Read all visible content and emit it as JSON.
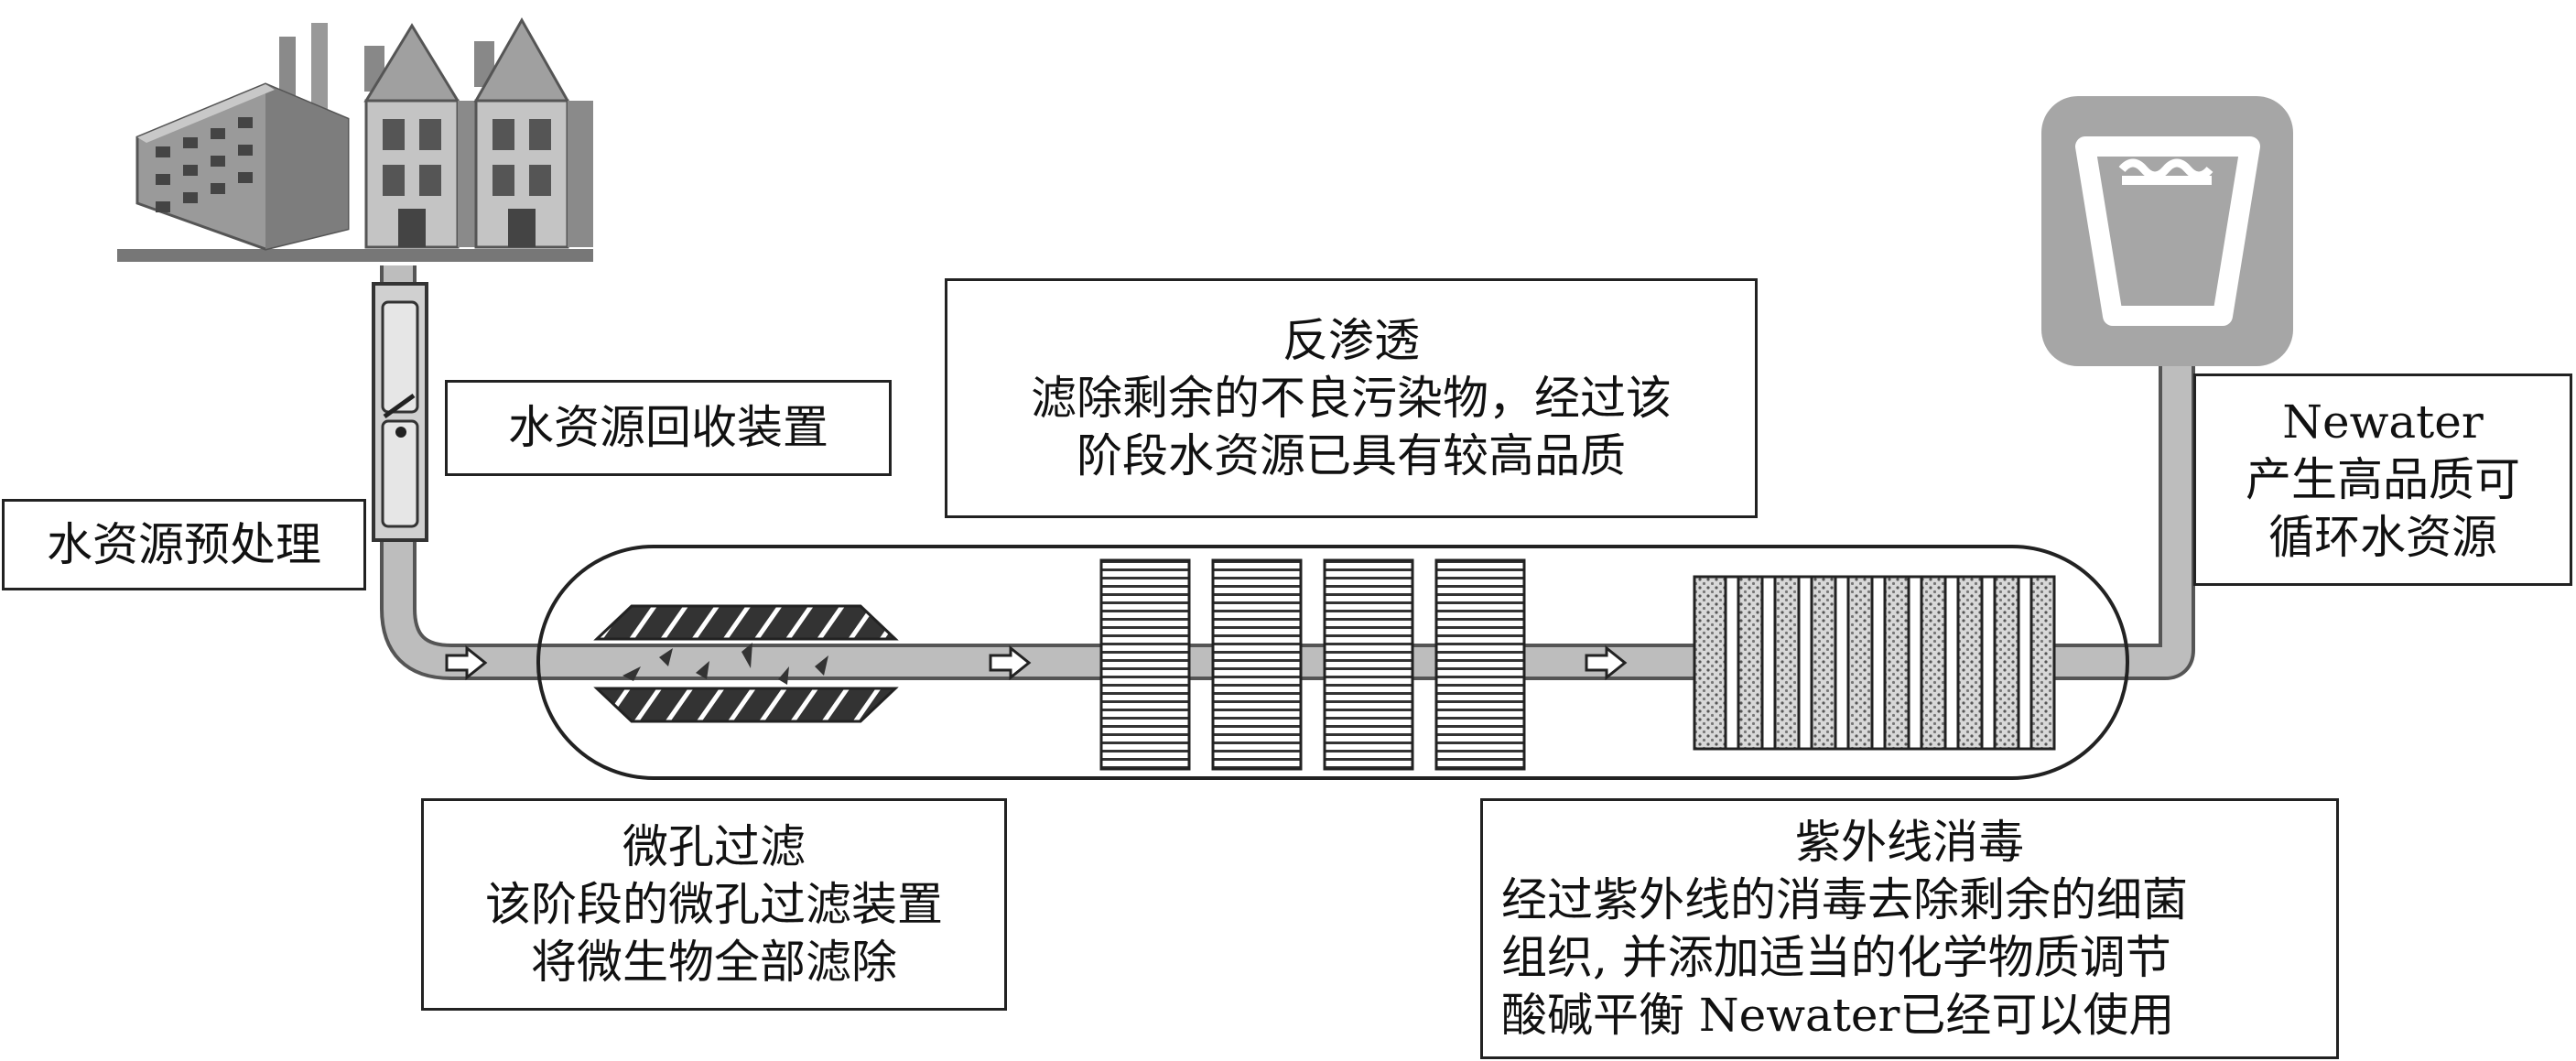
{
  "labels": {
    "pretreat": "水资源预处理",
    "recovery": "水资源回收装置",
    "ro": {
      "title": "反渗透",
      "line1": "滤除剩余的不良污染物，经过该",
      "line2": "阶段水资源已具有较高品质"
    },
    "newater": {
      "title": "Newater",
      "line1": "产生高品质可",
      "line2": "循环水资源"
    },
    "micro": {
      "title": "微孔过滤",
      "line1": "该阶段的微孔过滤装置",
      "line2": "将微生物全部滤除"
    },
    "uv": {
      "title": "紫外线消毒",
      "line1": "经过紫外线的消毒去除剩余的细菌",
      "line2": "组织, 并添加适当的化学物质调节",
      "line3": "酸碱平衡 Newater已经可以使用"
    }
  },
  "icons": [
    "factory-icon",
    "house-icon",
    "water-cup-icon",
    "flow-arrow-icon"
  ],
  "colors": {
    "pipe": "#bdbdbd",
    "pipe_edge": "#555555",
    "cup_bg": "#a6a6a6",
    "filter_dark": "#3a3a3a"
  }
}
